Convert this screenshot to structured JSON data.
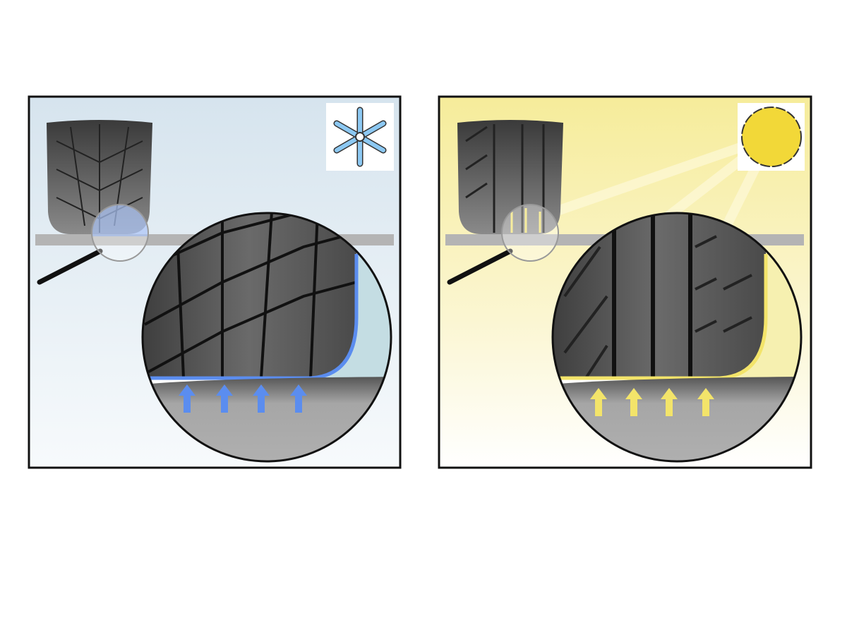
{
  "panels": [
    {
      "id": "winter",
      "weather_icon": "snowflake-icon",
      "tread": "winter-sipe-tread",
      "colors": {
        "sky_top": "#d6e4ee",
        "sky_bottom": "#f7fafc",
        "accent": "#5b8def",
        "icon": "#8cc8f2",
        "water": "#c4dde3"
      }
    },
    {
      "id": "summer",
      "weather_icon": "sun-icon",
      "tread": "summer-groove-tread",
      "colors": {
        "sky_top": "#f6ec9a",
        "sky_bottom": "#ffffff",
        "accent": "#f3e46a",
        "icon": "#f2d838",
        "water": "#f6f0b0"
      }
    }
  ],
  "colors": {
    "tire": "#5e5e5e",
    "tire_dark": "#2b2b2b",
    "road": "#b4b4b4",
    "ground": "#9a9a9a",
    "frame": "#111111"
  }
}
